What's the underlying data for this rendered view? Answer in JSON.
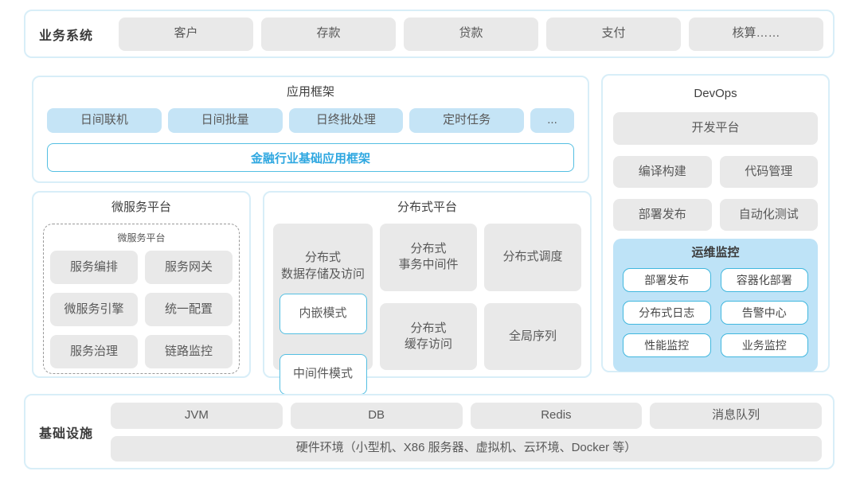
{
  "business_systems": {
    "label": "业务系统",
    "items": [
      "客户",
      "存款",
      "贷款",
      "支付",
      "核算……"
    ]
  },
  "app_framework": {
    "title": "应用框架",
    "items": [
      "日间联机",
      "日间批量",
      "日终批处理",
      "定时任务",
      "..."
    ],
    "base_framework": "金融行业基础应用框架"
  },
  "microservice_platform": {
    "title": "微服务平台",
    "inner_title": "微服务平台",
    "items": [
      "服务编排",
      "服务网关",
      "微服务引擎",
      "统一配置",
      "服务治理",
      "链路监控"
    ]
  },
  "distributed_platform": {
    "title": "分布式平台",
    "storage": {
      "label": "分布式\n数据存储及访问",
      "modes": [
        "内嵌模式",
        "中间件模式"
      ]
    },
    "middle_items": [
      "分布式\n事务中间件",
      "分布式\n缓存访问"
    ],
    "right_items": [
      "分布式调度",
      "全局序列"
    ]
  },
  "devops": {
    "title": "DevOps",
    "dev_platform": "开发平台",
    "items": [
      "编译构建",
      "代码管理",
      "部署发布",
      "自动化测试"
    ],
    "ops_monitoring": {
      "title": "运维监控",
      "items": [
        "部署发布",
        "容器化部署",
        "分布式日志",
        "告警中心",
        "性能监控",
        "业务监控"
      ]
    }
  },
  "infrastructure": {
    "label": "基础设施",
    "items": [
      "JVM",
      "DB",
      "Redis",
      "消息队列"
    ],
    "hardware": "硬件环境（小型机、X86 服务器、虚拟机、云环境、Docker 等）"
  },
  "colors": {
    "accent_blue": "#2ea7e0",
    "light_blue_fill": "#c5e4f6",
    "panel_border": "#d8eef8",
    "cyan_border": "#54bfe2",
    "ops_panel_bg": "#bee3f7",
    "gray_fill": "#e9e9e9"
  }
}
